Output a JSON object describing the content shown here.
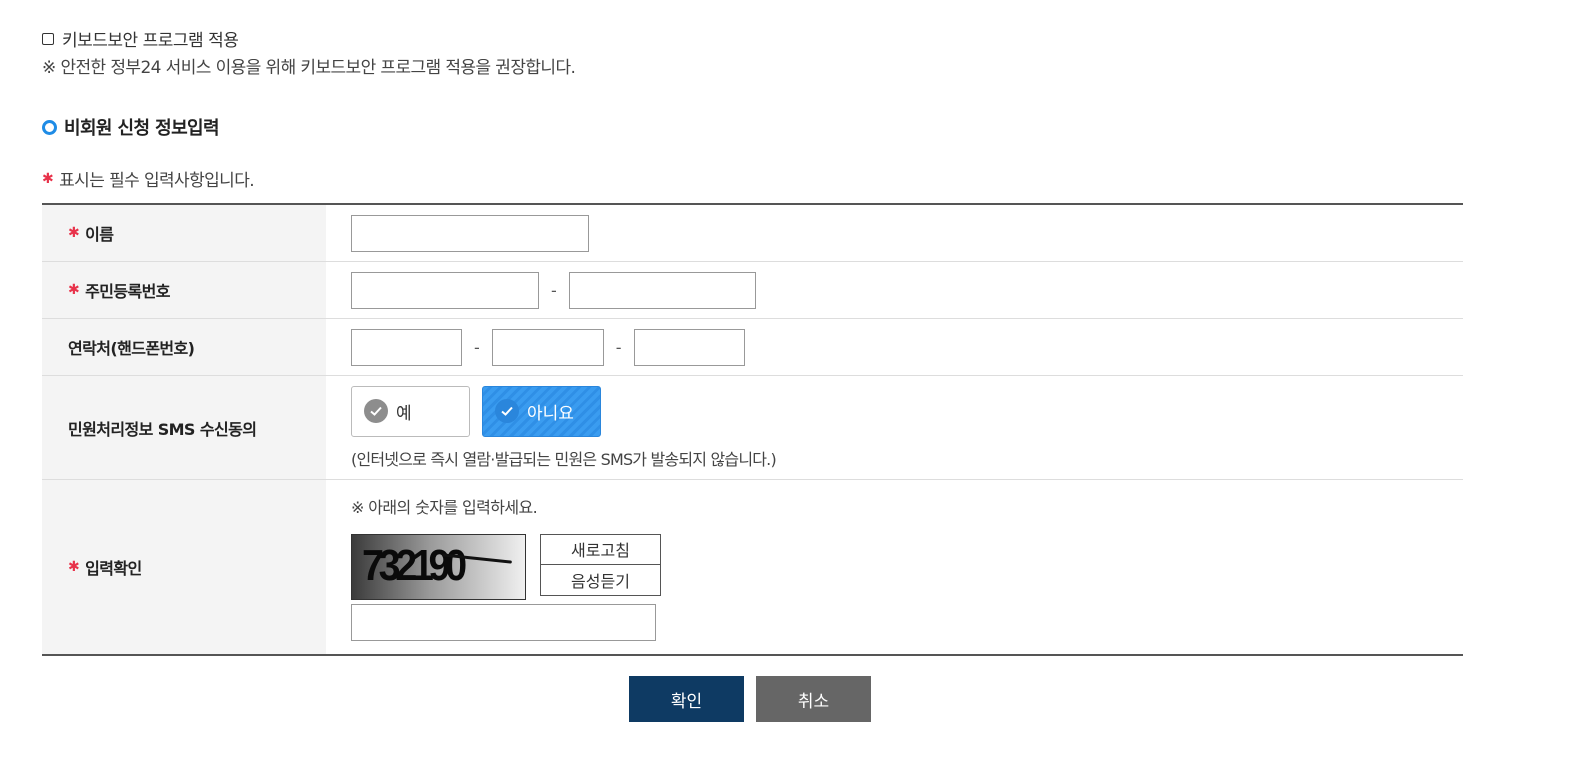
{
  "keyboard_security": {
    "checkbox_label": "키보드보안 프로그램 적용",
    "notice": "※ 안전한 정부24 서비스 이용을 위해 키보드보안 프로그램 적용을 권장합니다."
  },
  "section": {
    "title": "비회원 신청 정보입력",
    "required_note": "표시는 필수 입력사항입니다.",
    "required_mark": "✱"
  },
  "form": {
    "name_label": "이름",
    "rrn_label": "주민등록번호",
    "phone_label": "연락처(핸드폰번호)",
    "sms_label": "민원처리정보 SMS 수신동의",
    "captcha_label": "입력확인",
    "dash": "-",
    "sms_yes": "예",
    "sms_no": "아니요",
    "sms_selected": "아니요",
    "sms_help": "(인터넷으로 즉시 열람·발급되는 민원은 SMS가 발송되지 않습니다.)",
    "captcha_help": "※ 아래의 숫자를 입력하세요.",
    "captcha_value": "732190",
    "refresh_label": "새로고침",
    "audio_label": "음성듣기"
  },
  "actions": {
    "confirm": "확인",
    "cancel": "취소"
  },
  "colors": {
    "accent": "#2f8fe6",
    "primary_button": "#0e3a63",
    "secondary_button": "#666666",
    "required_star": "#e8324a"
  }
}
